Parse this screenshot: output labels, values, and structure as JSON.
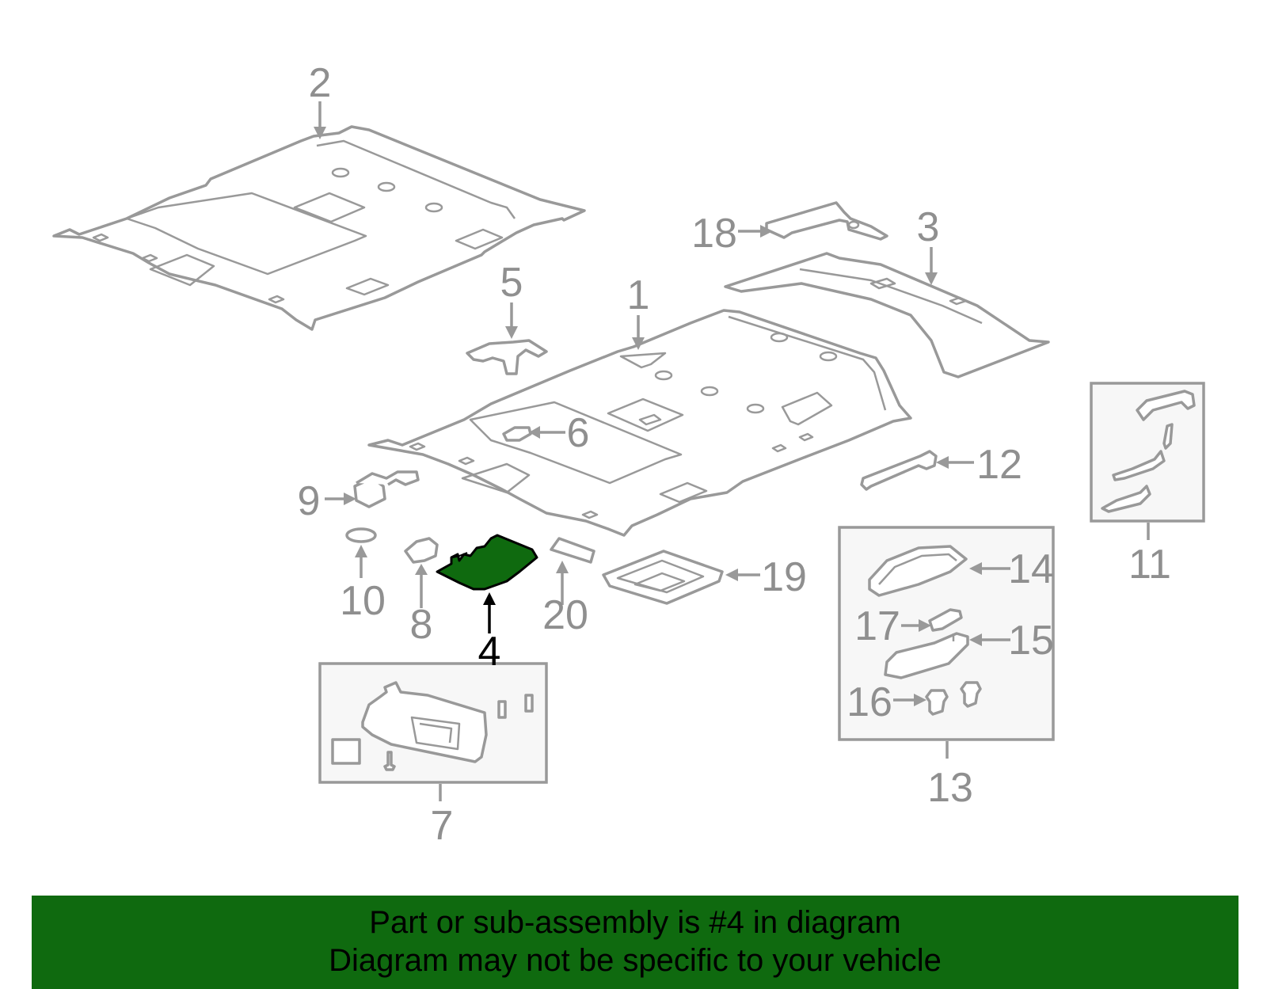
{
  "diagram": {
    "highlight_color": "#0f6a0f",
    "line_color": "#999999",
    "callouts": {
      "c1": "1",
      "c2": "2",
      "c3": "3",
      "c4": "4",
      "c5": "5",
      "c6": "6",
      "c7": "7",
      "c8": "8",
      "c9": "9",
      "c10": "10",
      "c11": "11",
      "c12": "12",
      "c13": "13",
      "c14": "14",
      "c15": "15",
      "c16": "16",
      "c17": "17",
      "c18": "18",
      "c19": "19",
      "c20": "20"
    }
  },
  "banner": {
    "line1": "Part or sub-assembly is #4 in diagram",
    "line2": "Diagram may not be specific to your vehicle",
    "background": "#0f6a0f"
  }
}
